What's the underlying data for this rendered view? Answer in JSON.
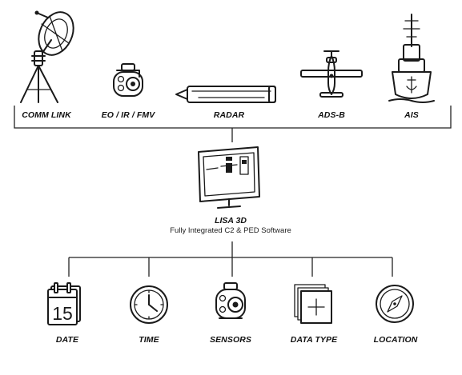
{
  "sources": [
    {
      "label": "COMM LINK",
      "icon": "satellite-dish-icon"
    },
    {
      "label": "EO / IR / FMV",
      "icon": "gimbal-camera-icon"
    },
    {
      "label": "RADAR",
      "icon": "radar-array-icon"
    },
    {
      "label": "ADS-B",
      "icon": "airplane-icon"
    },
    {
      "label": "AIS",
      "icon": "ship-icon"
    }
  ],
  "center": {
    "title": "LISA 3D",
    "subtitle": "Fully Integrated C2 & PED Software",
    "icon": "monitor-icon"
  },
  "outputs": [
    {
      "label": "DATE",
      "icon": "calendar-icon",
      "calendar_day": "15"
    },
    {
      "label": "TIME",
      "icon": "clock-icon"
    },
    {
      "label": "SENSORS",
      "icon": "gimbal-camera-icon"
    },
    {
      "label": "DATA TYPE",
      "icon": "stacked-pages-icon"
    },
    {
      "label": "LOCATION",
      "icon": "compass-icon"
    }
  ]
}
